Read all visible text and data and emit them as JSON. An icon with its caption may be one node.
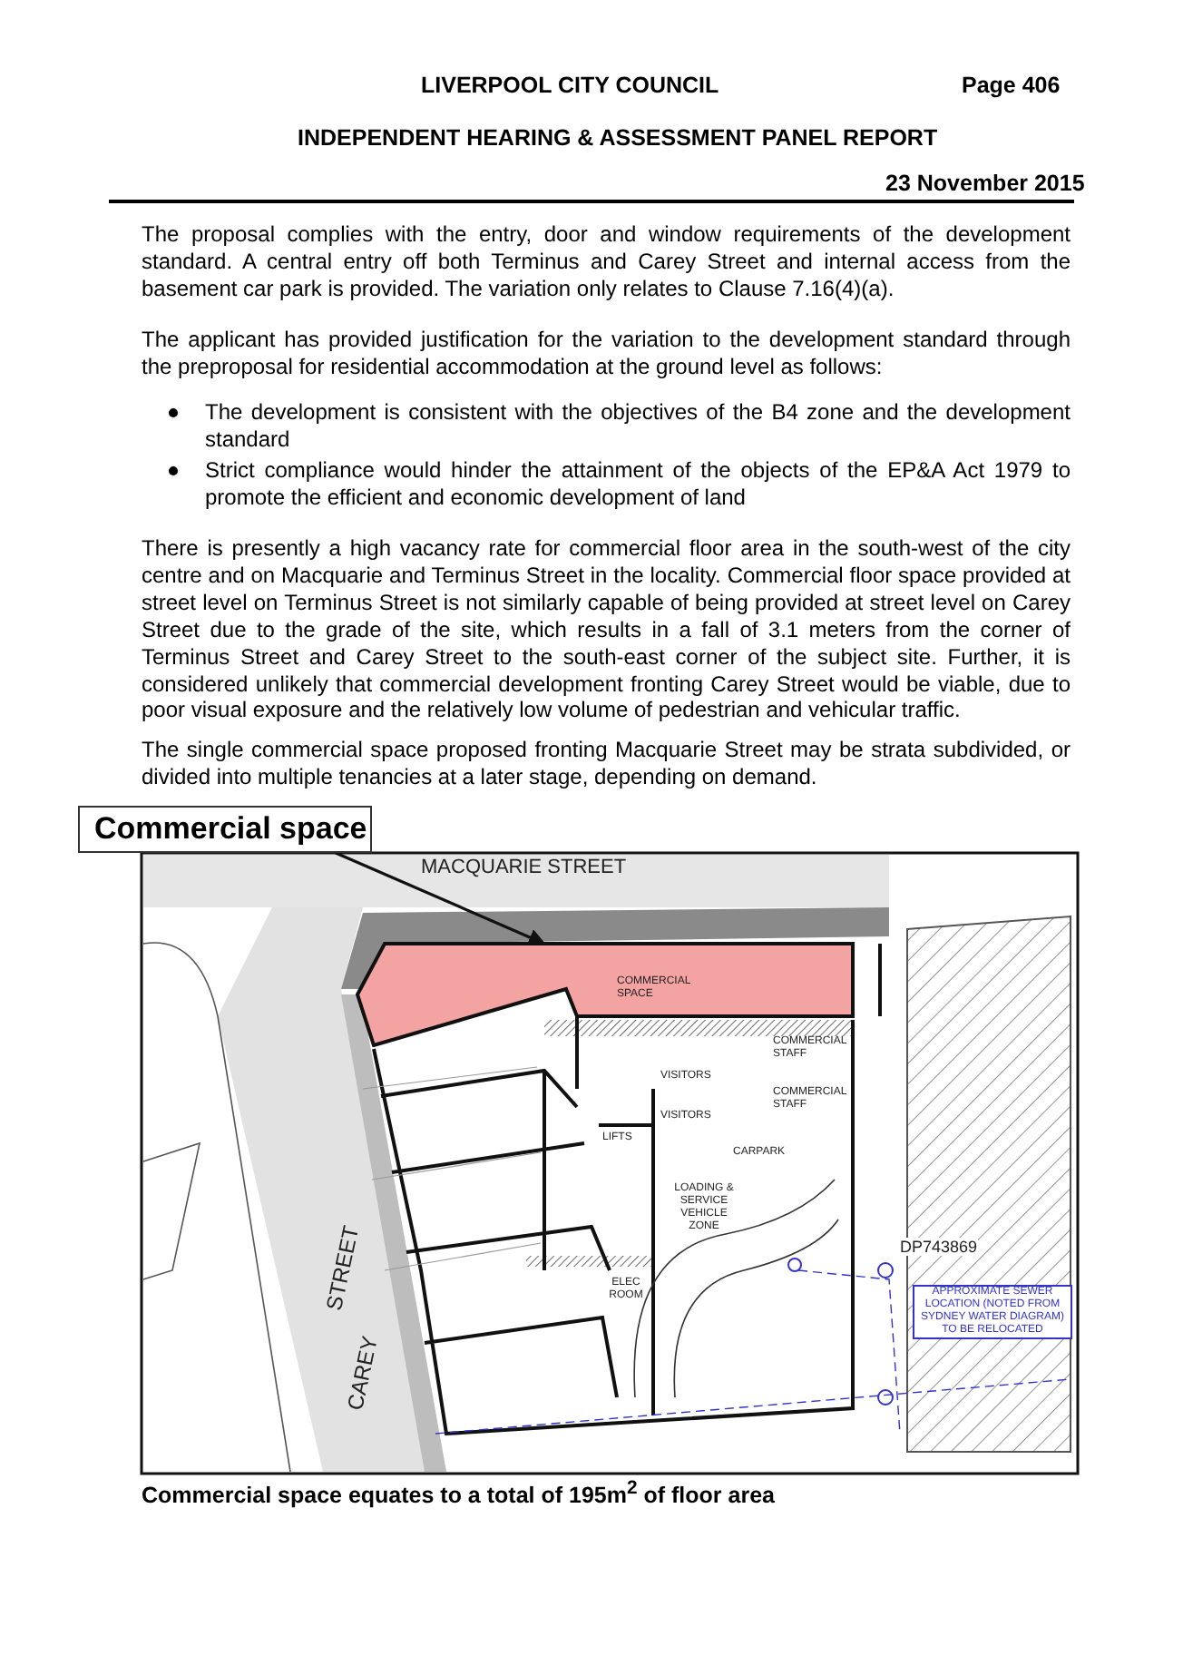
{
  "diagram": {
    "caption": "Commercial space equates to a total of 195m$^{2}$ of floor area",
    "nodes": [
      {
        "text": [
          "Commercial space"
        ]
      },
      {
        "text": [],
        "shape": "box"
      }
    ],
    "edges": [
      {
        "from": 0,
        "to": 1,
        "arrow": "to"
      }
    ],
    "labels": [
      "LIVERPOOL CITY COUNCIL",
      "Page 406",
      "INDEPENDENT HEARING & ASSESSMENT PANEL REPORT",
      "23 November 2015",
      "The proposal complies with the entry, door and window requirements of the development standard. A central entry off both Terminus and Carey Street and internal access from the basement car park is provided. The variation only relates to Clause 7.16(4)(a).",
      "The applicant has provided justification for the variation to the development standard through the preproposal for residential accommodation at the ground level as follows:",
      "The development is consistent with the objectives of the B4 zone and the development standard",
      "Strict compliance would hinder the attainment of the objects of the EP&A Act 1979 to promote the efficient and economic development of land",
      "There is presently a high vacancy rate for commercial floor area in the south-west of the city centre and on Macquarie and Terminus Street in the locality. Commercial floor space provided at street level on Terminus Street is not similarly capable of being provided at street level on Carey Street due to the grade of the site, which results in a fall of 3.1 meters from the corner of Terminus Street and Carey Street to the south-east corner of the subject site. Further, it is considered unlikely that commercial development fronting Carey Street would be viable, due to poor visual exposure and the relatively low volume of pedestrian and vehicular traffic.",
      "The single commercial space proposed fronting Macquarie Street may be strata subdivided, or divided into multiple tenancies at a later stage, depending on demand.",
      "MACQUARIE STREET",
      "COMMERCIAL SPACE",
      "COMMERCIAL STAFF",
      "VISITORS",
      "COMMERCIAL STAFF",
      "VISITORS",
      "LIFTS",
      "CARPARK",
      "LOADING & SERVICE VEHICLE ZONE",
      "ELEC ROOM",
      "DP743869",
      "APPROXIMATE SEWER LOCATION (NOTED FROM SYDNEY WATER DIAGRAM) TO BE RELOCATED",
      "STREET",
      "CAREY"
    ]
  }
}
